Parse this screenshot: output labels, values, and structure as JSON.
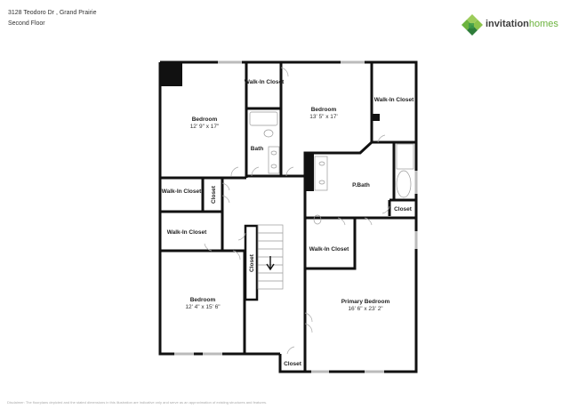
{
  "header": {
    "address": "3128 Teodoro Dr , Grand Prairie",
    "floor": "Second Floor"
  },
  "logo": {
    "word1": "invitation",
    "word2": "homes",
    "icon": "diamond-cluster-logo-icon",
    "colors": [
      "#6cb33e",
      "#3a9a4a",
      "#9ccc5a",
      "#2e7d3a"
    ]
  },
  "rooms": [
    {
      "name": "Bedroom",
      "dims": "12' 9\" x 17\""
    },
    {
      "name": "Walk-In Closet"
    },
    {
      "name": "Bath"
    },
    {
      "name": "Bedroom",
      "dims": "13' 5\" x 17'"
    },
    {
      "name": "Walk-In Closet"
    },
    {
      "name": "P.Bath"
    },
    {
      "name": "Walk-In Closet"
    },
    {
      "name": "Closet"
    },
    {
      "name": "Closet"
    },
    {
      "name": "Walk-In Closet"
    },
    {
      "name": "Closet"
    },
    {
      "name": "Walk-In Closet"
    },
    {
      "name": "Bedroom",
      "dims": "12' 4\" x 15' 6\""
    },
    {
      "name": "Primary Bedroom",
      "dims": "16' 6\" x 23' 2\""
    },
    {
      "name": "Closet"
    }
  ],
  "stairs": {
    "direction": "down"
  },
  "disclaimer": {
    "line1": "Disclaimer: The floorplans depicted and the stated dimensions in this illustration are indicative only and serve as an approximation of existing structures and features."
  }
}
